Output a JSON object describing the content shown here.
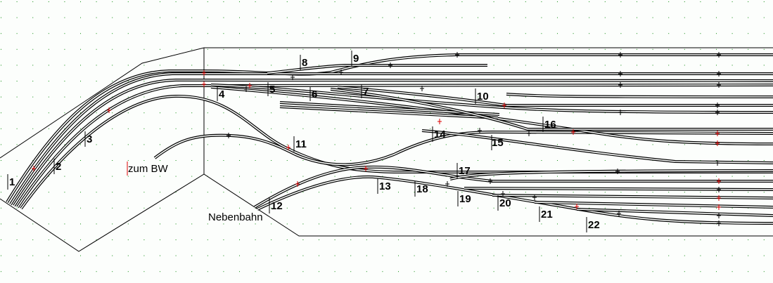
{
  "title": "Gleisplan",
  "colors": {
    "background": "#fcfefc",
    "grid_dot": "#0a8a0a",
    "track": "#000000",
    "marker": "#dd0000"
  },
  "labels": {
    "zum_bw": "zum BW",
    "nebenbahn": "Nebenbahn"
  },
  "turnout_numbers": [
    "1",
    "2",
    "3",
    "4",
    "5",
    "6",
    "7",
    "8",
    "9",
    "10",
    "11",
    "12",
    "13",
    "14",
    "15",
    "16",
    "17",
    "18",
    "19",
    "20",
    "21",
    "22"
  ]
}
